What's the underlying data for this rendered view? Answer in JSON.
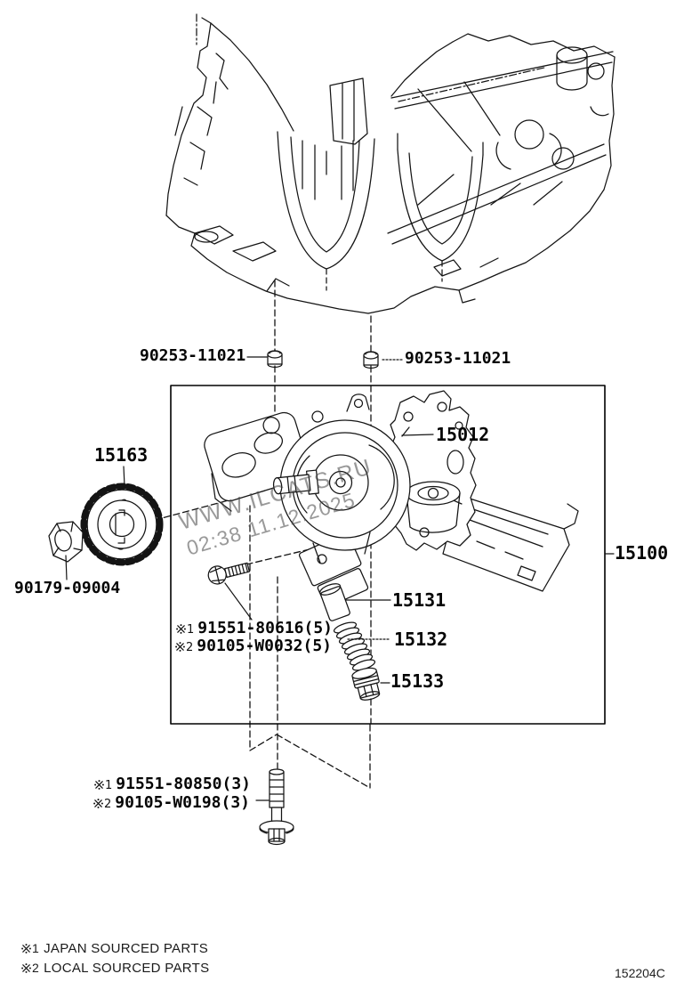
{
  "diagram": {
    "code": "152204C",
    "watermark": {
      "line1": "WWW.ILCATS.RU",
      "line2": "02:38 11.12.2025"
    },
    "labels": {
      "plug_left": "90253-11021",
      "plug_right": "90253-11021",
      "pump_cover": "15012",
      "sprocket": "15163",
      "nut": "90179-09004",
      "pump_assembly": "15100",
      "valve_piston": "15131",
      "valve_spring": "15132",
      "valve_plug": "15133"
    },
    "footnote_parts": {
      "pump_bolts": [
        {
          "marker": "※1",
          "number": "91551-80616(5)"
        },
        {
          "marker": "※2",
          "number": "90105-W0032(5)"
        }
      ],
      "mount_bolts": [
        {
          "marker": "※1",
          "number": "91551-80850(3)"
        },
        {
          "marker": "※2",
          "number": "90105-W0198(3)"
        }
      ]
    },
    "legend": [
      {
        "marker": "※1",
        "text": "JAPAN SOURCED PARTS"
      },
      {
        "marker": "※2",
        "text": "LOCAL SOURCED PARTS"
      }
    ]
  }
}
